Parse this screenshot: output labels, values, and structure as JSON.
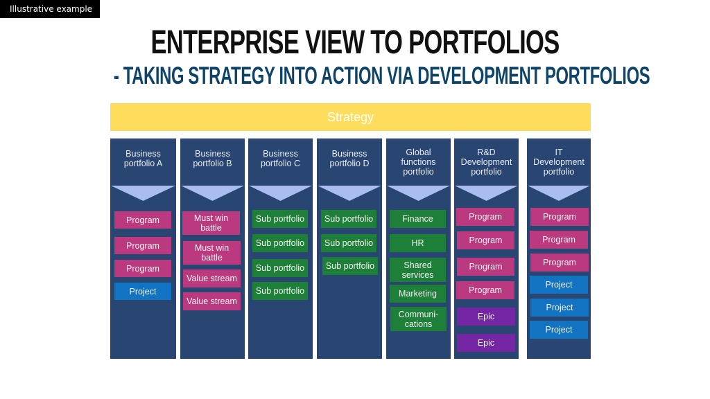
{
  "badge": "Illustrative example",
  "title": "ENTERPRISE VIEW TO PORTFOLIOS",
  "subtitle": "- TAKING STRATEGY INTO ACTION VIA DEVELOPMENT PORTFOLIOS",
  "strategy": "Strategy",
  "colors": {
    "strategy": "#ffdd5c",
    "column": "#294571",
    "arrow": "#a9bdf0",
    "program": "#bb3a7f",
    "project": "#1273c2",
    "sub_portfolio": "#1e7f38",
    "epic": "#7426a3",
    "title": "#111111",
    "subtitle": "#0f4469"
  },
  "columns": [
    {
      "heading": [
        "Business",
        "portfolio A"
      ],
      "items": [
        {
          "label": "Program",
          "type": "pink"
        },
        {
          "label": "Program",
          "type": "pink"
        },
        {
          "label": "Program",
          "type": "pink"
        },
        {
          "label": "Project",
          "type": "blue"
        }
      ]
    },
    {
      "heading": [
        "Business",
        "portfolio B"
      ],
      "items": [
        {
          "label": "Must win battle",
          "type": "pink"
        },
        {
          "label": "Must win battle",
          "type": "pink"
        },
        {
          "label": "Value stream",
          "type": "pink"
        },
        {
          "label": "Value stream",
          "type": "pink"
        }
      ]
    },
    {
      "heading": [
        "Business",
        "portfolio C"
      ],
      "items": [
        {
          "label": "Sub portfolio",
          "type": "green"
        },
        {
          "label": "Sub portfolio",
          "type": "green"
        },
        {
          "label": "Sub portfolio",
          "type": "green"
        },
        {
          "label": "Sub portfolio",
          "type": "green"
        }
      ]
    },
    {
      "heading": [
        "Business",
        "portfolio D"
      ],
      "items": [
        {
          "label": "Sub portfolio",
          "type": "green"
        },
        {
          "label": "Sub portfolio",
          "type": "green"
        },
        {
          "label": "Sub portfolio",
          "type": "green"
        }
      ]
    },
    {
      "heading": [
        "Global",
        "functions",
        "portfolio"
      ],
      "items": [
        {
          "label": "Finance",
          "type": "green"
        },
        {
          "label": "HR",
          "type": "green"
        },
        {
          "label": "Shared services",
          "type": "green"
        },
        {
          "label": "Marketing",
          "type": "green"
        },
        {
          "label": "Communi-cations",
          "type": "green"
        }
      ]
    },
    {
      "heading": [
        "R&D",
        "Development",
        "portfolio"
      ],
      "items": [
        {
          "label": "Program",
          "type": "pink"
        },
        {
          "label": "Program",
          "type": "pink"
        },
        {
          "label": "Program",
          "type": "pink"
        },
        {
          "label": "Program",
          "type": "pink"
        },
        {
          "label": "Epic",
          "type": "purple"
        },
        {
          "label": "Epic",
          "type": "purple"
        }
      ]
    },
    {
      "heading": [
        "IT",
        "Development",
        "portfolio"
      ],
      "items": [
        {
          "label": "Program",
          "type": "pink"
        },
        {
          "label": "Program",
          "type": "pink"
        },
        {
          "label": "Program",
          "type": "pink"
        },
        {
          "label": "Project",
          "type": "blue"
        },
        {
          "label": "Project",
          "type": "blue"
        },
        {
          "label": "Project",
          "type": "blue"
        }
      ]
    }
  ]
}
